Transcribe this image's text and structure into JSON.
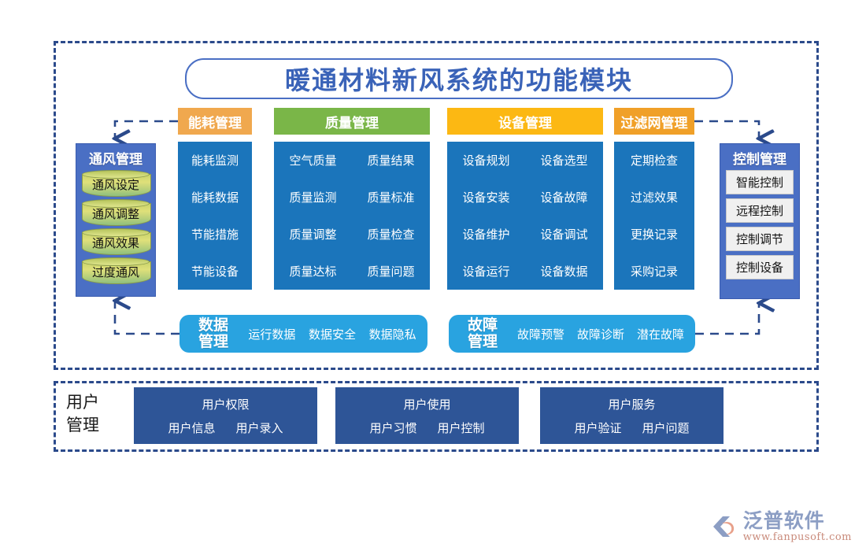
{
  "title": "暖通材料新风系统的功能模块",
  "ventilation": {
    "title": "通风管理",
    "items": [
      "通风设定",
      "通风调整",
      "通风效果",
      "过度通风"
    ]
  },
  "control": {
    "title": "控制管理",
    "items": [
      "智能控制",
      "远程控制",
      "控制调节",
      "控制设备"
    ]
  },
  "columns": [
    {
      "header": "能耗管理",
      "header_color": "#f0a84e",
      "rows": [
        [
          "能耗监测"
        ],
        [
          "能耗数据"
        ],
        [
          "节能措施"
        ],
        [
          "节能设备"
        ]
      ]
    },
    {
      "header": "质量管理",
      "header_color": "#7ab648",
      "rows": [
        [
          "空气质量",
          "质量结果"
        ],
        [
          "质量监测",
          "质量标准"
        ],
        [
          "质量调整",
          "质量检查"
        ],
        [
          "质量达标",
          "质量问题"
        ]
      ]
    },
    {
      "header": "设备管理",
      "header_color": "#fcb813",
      "rows": [
        [
          "设备规划",
          "设备选型"
        ],
        [
          "设备安装",
          "设备故障"
        ],
        [
          "设备维护",
          "设备调试"
        ],
        [
          "设备运行",
          "设备数据"
        ]
      ]
    },
    {
      "header": "过滤网管理",
      "header_color": "#f0a028",
      "rows": [
        [
          "定期检查"
        ],
        [
          "过滤效果"
        ],
        [
          "更换记录"
        ],
        [
          "采购记录"
        ]
      ]
    }
  ],
  "bars": [
    {
      "title": "数据\n管理",
      "title_line1": "数据",
      "title_line2": "管理",
      "items": [
        "运行数据",
        "数据安全",
        "数据隐私"
      ]
    },
    {
      "title_line1": "故障",
      "title_line2": "管理",
      "items": [
        "故障预警",
        "故障诊断",
        "潜在故障"
      ]
    }
  ],
  "user": {
    "label_line1": "用户",
    "label_line2": "管理",
    "boxes": [
      {
        "header": "用户权限",
        "items": [
          "用户信息",
          "用户录入"
        ]
      },
      {
        "header": "用户使用",
        "items": [
          "用户习惯",
          "用户控制"
        ]
      },
      {
        "header": "用户服务",
        "items": [
          "用户验证",
          "用户问题"
        ]
      }
    ]
  },
  "logo": {
    "name": "泛普软件",
    "url": "www.fanpusoft.com"
  },
  "colors": {
    "panel_blue": "#1b75bb",
    "side_blue": "#4a6fc4",
    "bar_blue": "#29a3e0",
    "user_blue": "#2e5597",
    "frame_dash": "#2b4a8b",
    "title_blue": "#3a63b8"
  }
}
